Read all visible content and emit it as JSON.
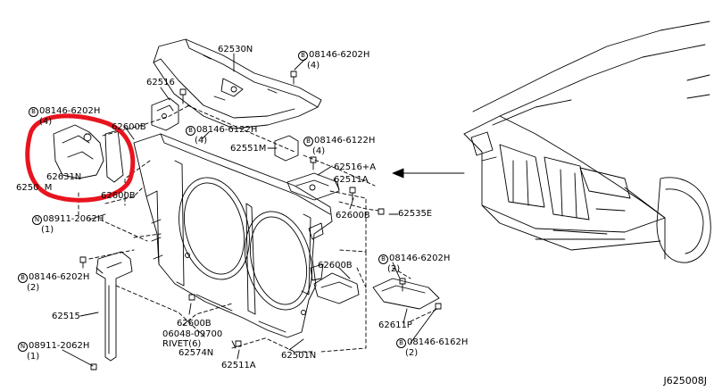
{
  "diagram": {
    "diagram_code": "J625008J",
    "labels": {
      "p62530N": "62530N",
      "p62516": "62516",
      "p62600B_a": "62600B",
      "p62551M": "62551M",
      "p62516A": "62516+A",
      "p62511A_top": "62511A",
      "p62600B_b": "62600B",
      "p62535E": "62535E",
      "p62631N": "62631N",
      "p62600B_left": "62600B",
      "p62500M_partial": "6250  M",
      "p62515": "62515",
      "p62600B_bottom": "62600B",
      "p06048": "06048-09700",
      "rivet": "RIVET(6)",
      "p62574N": "62574N",
      "p62511A_bottom": "62511A",
      "p62501N": "62501N",
      "p62600B_right": "62600B",
      "p62611P": "62611P"
    },
    "callouts": {
      "c1": {
        "prefix": "B",
        "part": "08146-6202H",
        "qty": "(4)"
      },
      "c2": {
        "prefix": "B",
        "part": "08146-6202H",
        "qty": "(4)"
      },
      "c3": {
        "prefix": "B",
        "part": "08146-6122H",
        "qty": "(4)"
      },
      "c4": {
        "prefix": "B",
        "part": "08146-6122H",
        "qty": "(4)"
      },
      "c5": {
        "prefix": "N",
        "part": "08911-2062H",
        "qty": "(1)"
      },
      "c6": {
        "prefix": "B",
        "part": "08146-6202H",
        "qty": "(2)"
      },
      "c7": {
        "prefix": "N",
        "part": "08911-2062H",
        "qty": "(1)"
      },
      "c8": {
        "prefix": "B",
        "part": "08146-6202H",
        "qty": "(2)"
      },
      "c9": {
        "prefix": "B",
        "part": "08146-6162H",
        "qty": "(2)"
      }
    },
    "highlight_color": "#e8141e",
    "line_color": "#000000"
  }
}
